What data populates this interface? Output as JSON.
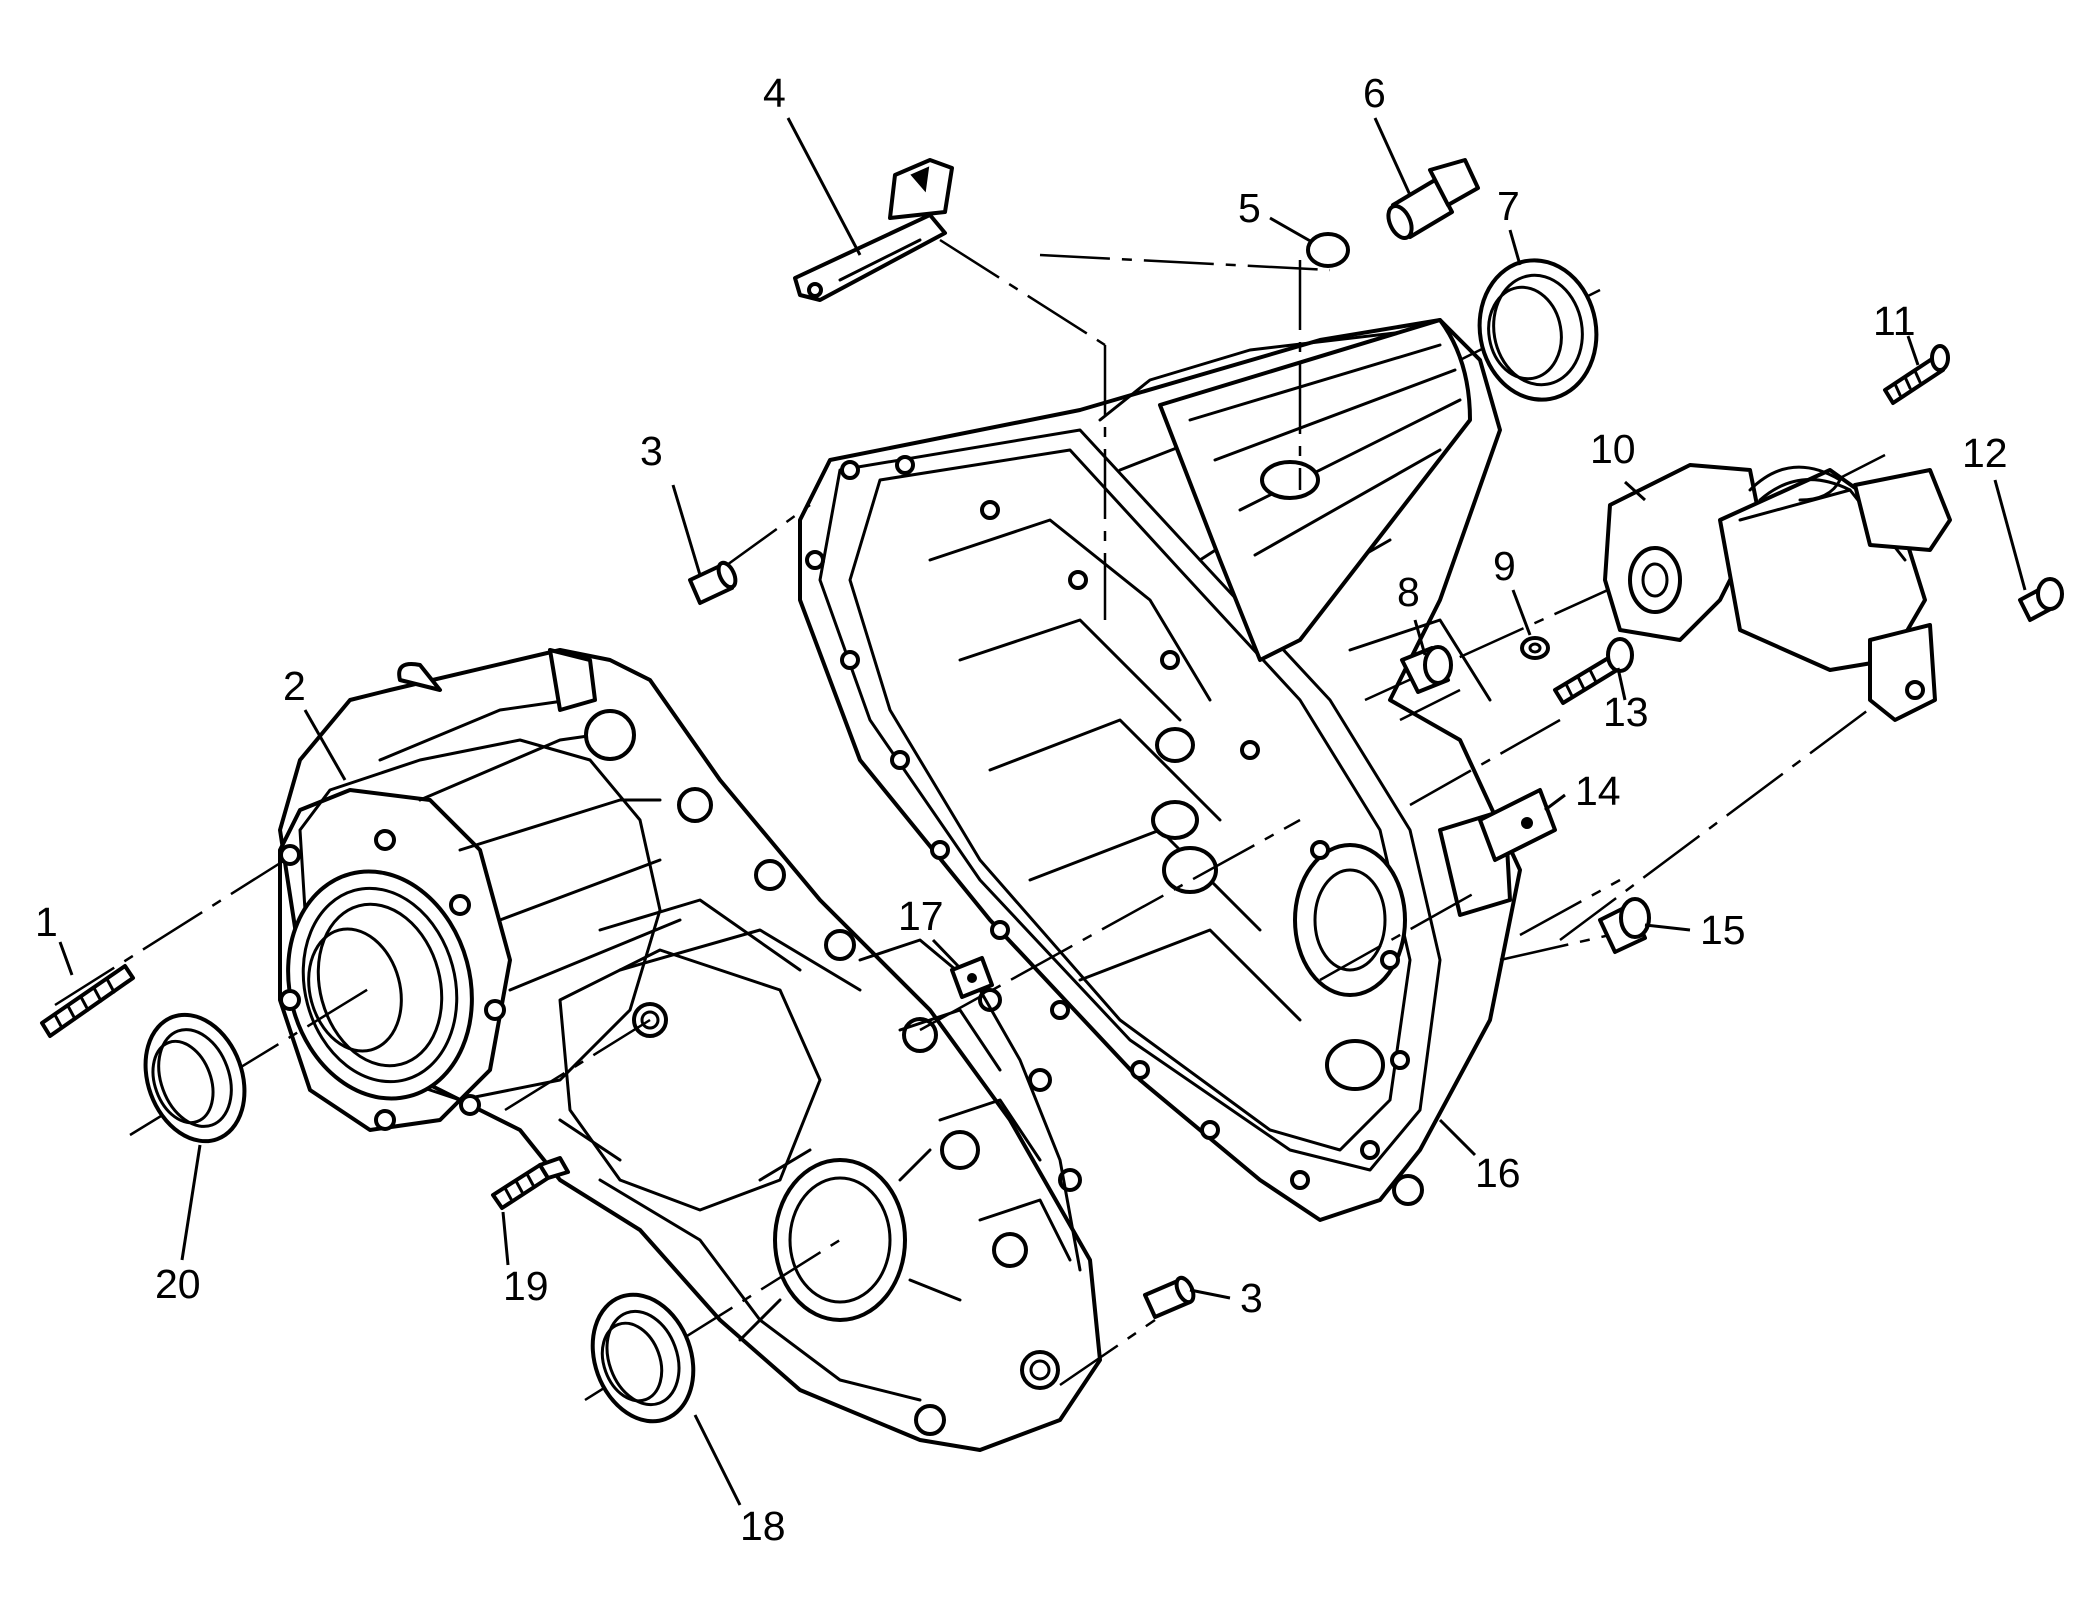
{
  "callouts": [
    "1",
    "2",
    "3",
    "4",
    "5",
    "6",
    "7",
    "8",
    "9",
    "10",
    "11",
    "12",
    "13",
    "14",
    "15",
    "16",
    "17",
    "18",
    "19",
    "20"
  ],
  "secondary_callouts": {
    "3b": "3"
  },
  "colors": {
    "line": "#000000",
    "background": "#ffffff"
  }
}
